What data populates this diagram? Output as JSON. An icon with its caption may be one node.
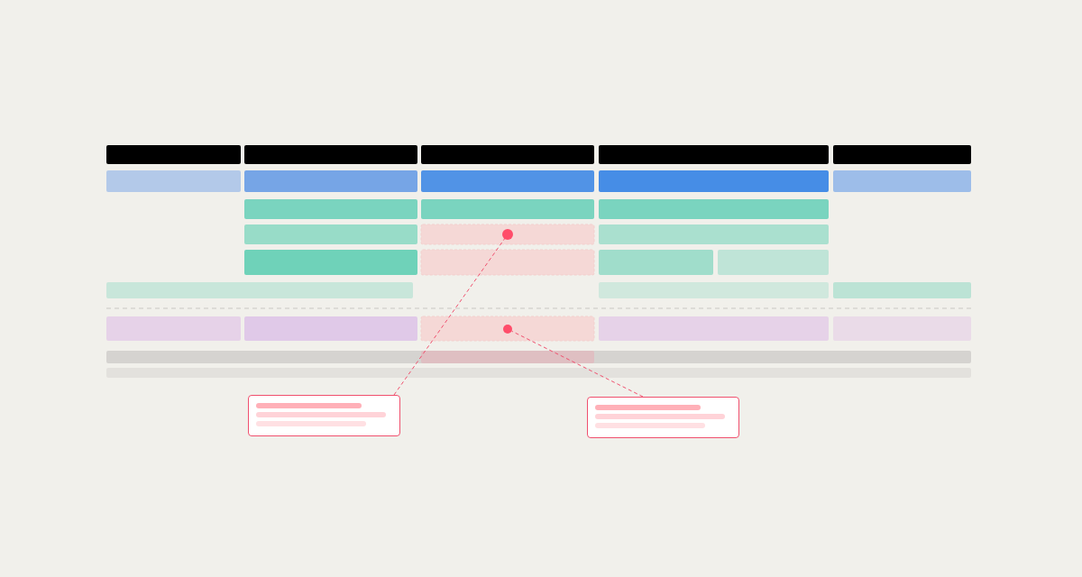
{
  "diagram": {
    "nodes": [
      {
        "text": [],
        "shape": "circle"
      },
      {
        "text": [],
        "shape": "circle"
      },
      {
        "text": [],
        "shape": "box"
      },
      {
        "text": [],
        "shape": "box"
      }
    ],
    "edges": [
      {
        "from": 2,
        "to": 0,
        "arrow": "none",
        "style": "dashed"
      },
      {
        "from": 3,
        "to": 1,
        "arrow": "none",
        "style": "dashed"
      }
    ]
  }
}
